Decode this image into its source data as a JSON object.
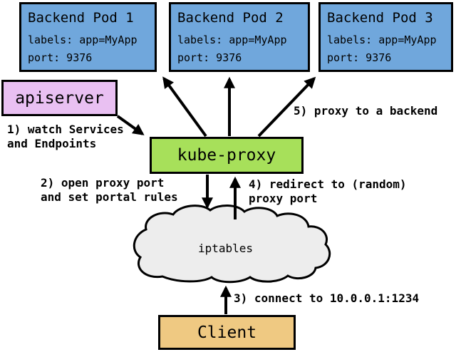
{
  "pods": [
    {
      "title": "Backend Pod 1",
      "labels_line": "labels: app=MyApp",
      "port_line": "port: 9376"
    },
    {
      "title": "Backend Pod 2",
      "labels_line": "labels: app=MyApp",
      "port_line": "port: 9376"
    },
    {
      "title": "Backend Pod 3",
      "labels_line": "labels: app=MyApp",
      "port_line": "port: 9376"
    }
  ],
  "nodes": {
    "apiserver": {
      "label": "apiserver",
      "fill": "#e9c0f2"
    },
    "kube_proxy": {
      "label": "kube-proxy",
      "fill": "#a7e05a"
    },
    "iptables": {
      "label": "iptables",
      "fill": "#ededed"
    },
    "client": {
      "label": "Client",
      "fill": "#efc982"
    },
    "backend_pod_fill": "#70a7dc"
  },
  "annotations": {
    "step1": "1) watch Services\nand Endpoints",
    "step2": "2) open proxy port\nand set portal rules",
    "step3": "3) connect to 10.0.0.1:1234",
    "step4": "4) redirect to (random)\nproxy port",
    "step5": "5) proxy to a backend"
  },
  "edges": [
    {
      "from": "apiserver",
      "to": "kube-proxy"
    },
    {
      "from": "kube-proxy",
      "to": "Backend Pod 1"
    },
    {
      "from": "kube-proxy",
      "to": "Backend Pod 2"
    },
    {
      "from": "kube-proxy",
      "to": "Backend Pod 3"
    },
    {
      "from": "kube-proxy",
      "to": "iptables"
    },
    {
      "from": "iptables",
      "to": "kube-proxy"
    },
    {
      "from": "Client",
      "to": "iptables"
    }
  ],
  "colors": {
    "arrow": "#000000",
    "border": "#000000",
    "background": "#ffffff"
  }
}
